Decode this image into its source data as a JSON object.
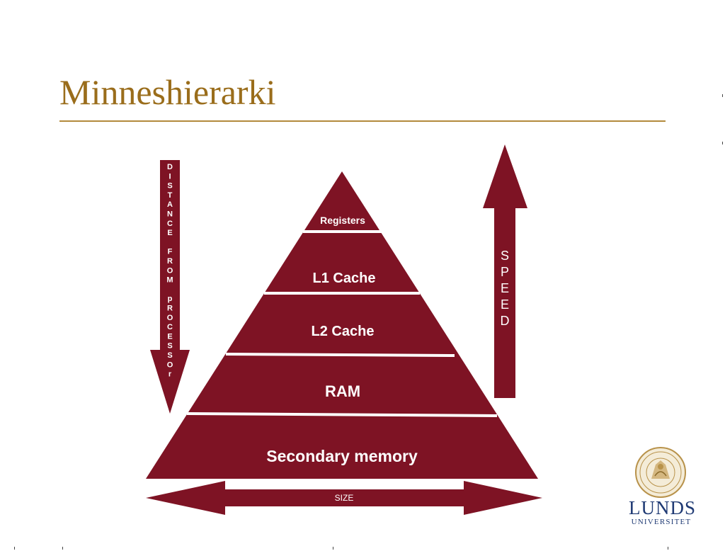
{
  "slide": {
    "title": "Minneshierarki"
  },
  "pyramid": {
    "levels": [
      "Registers",
      "L1 Cache",
      "L2 Cache",
      "RAM",
      "Secondary memory"
    ]
  },
  "arrows": {
    "distance_letters": [
      "D",
      "I",
      "S",
      "T",
      "A",
      "N",
      "C",
      "E",
      "",
      "F",
      "R",
      "O",
      "M",
      "",
      "p",
      "R",
      "O",
      "C",
      "E",
      "S",
      "S",
      "O",
      "r"
    ],
    "speed_letters": [
      "S",
      "P",
      "E",
      "E",
      "D"
    ],
    "size_label": "SIZE"
  },
  "logo": {
    "name": "LUNDS",
    "subtitle": "UNIVERSITET",
    "seal_icon": "university-seal-icon"
  },
  "colors": {
    "accent_gold": "#9a6d1b",
    "rule_gold": "#b38a3c",
    "diagram_maroon": "#7e1324",
    "logo_blue": "#1f3a74"
  }
}
